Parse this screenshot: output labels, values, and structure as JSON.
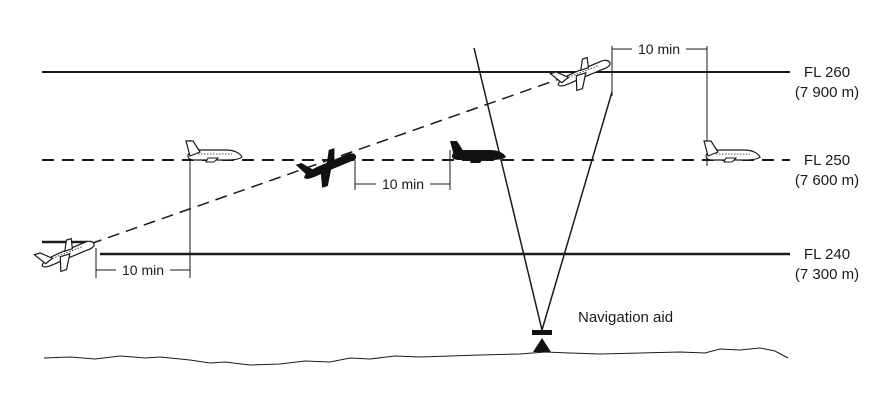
{
  "levels": [
    {
      "fl": "FL 260",
      "alt": "(7 900 m)"
    },
    {
      "fl": "FL 250",
      "alt": "(7 600 m)"
    },
    {
      "fl": "FL 240",
      "alt": "(7 300 m)"
    }
  ],
  "intervals": {
    "top": "10 min",
    "middle": "10 min",
    "bottom": "10 min"
  },
  "navigation_aid": "Navigation aid",
  "colors": {
    "line": "#1a1a1a",
    "aircraft_outline": "#1a1a1a",
    "aircraft_dark": "#111111"
  }
}
